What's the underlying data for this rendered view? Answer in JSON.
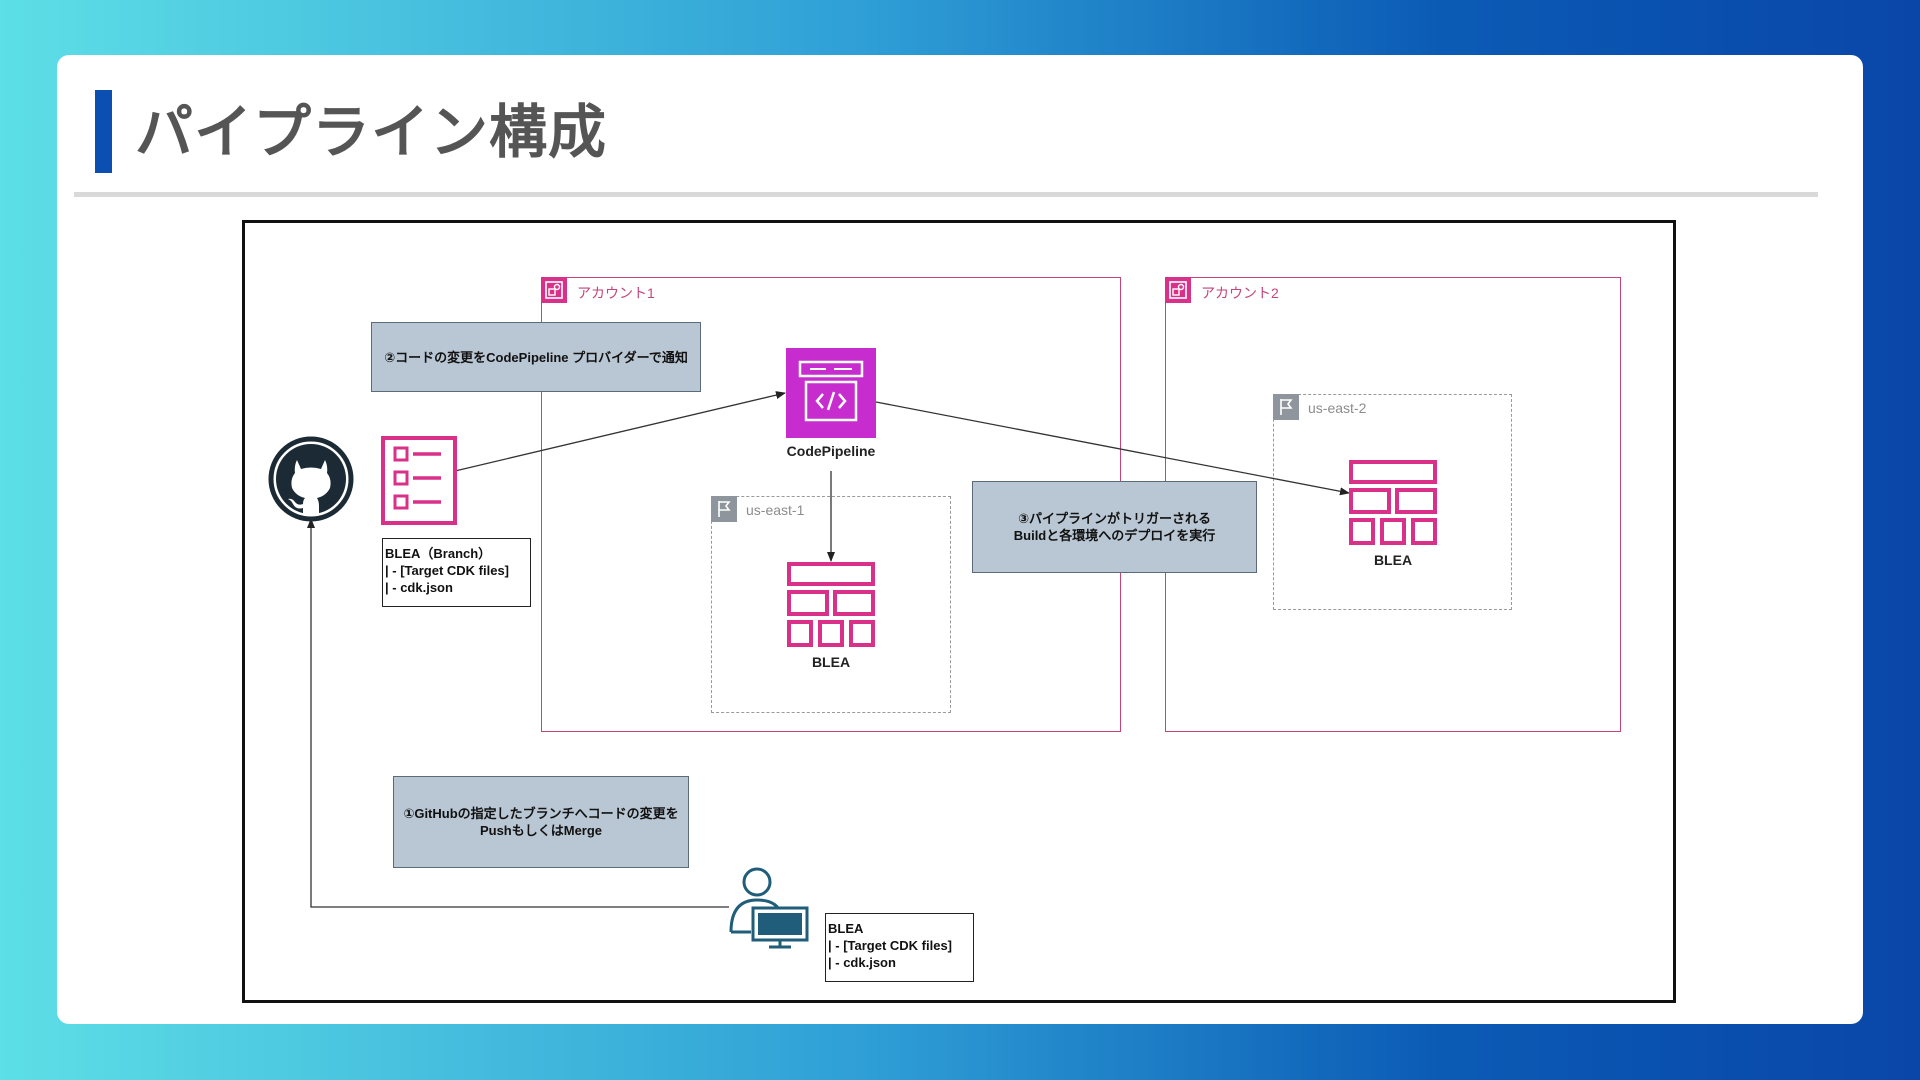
{
  "slide": {
    "title": "パイプライン構成"
  },
  "diagram": {
    "accounts": [
      {
        "label": "アカウント1"
      },
      {
        "label": "アカウント2"
      }
    ],
    "regions": [
      {
        "label": "us-east-1"
      },
      {
        "label": "us-east-2"
      }
    ],
    "nodes": {
      "codepipeline": {
        "label": "CodePipeline"
      },
      "blea_east1": {
        "label": "BLEA"
      },
      "blea_east2": {
        "label": "BLEA"
      },
      "github_icon": "github-icon",
      "repo_icon": "checklist-icon",
      "developer_icon": "developer-icon"
    },
    "notes": {
      "step1_line1": "①GitHubの指定したブランチへコードの変更を",
      "step1_line2": "PushもしくはMerge",
      "step2": "②コードの変更をCodePipeline プロバイダーで通知",
      "step3_line1": "③パイプラインがトリガーされる",
      "step3_line2": "Buildと各環境へのデプロイを実行"
    },
    "files": {
      "branch": {
        "line1": "BLEA（Branch）",
        "line2": "| - [Target CDK files]",
        "line3": "| - cdk.json"
      },
      "local": {
        "line1": "BLEA",
        "line2": "| - [Target CDK files]",
        "line3": "| - cdk.json"
      }
    },
    "colors": {
      "account_border": "#c5457a",
      "service_pink": "#d9318a",
      "codepipeline_purple": "#c72ccf",
      "region_border": "#9a9a9a",
      "note_fill": "#b9c6d3"
    }
  }
}
